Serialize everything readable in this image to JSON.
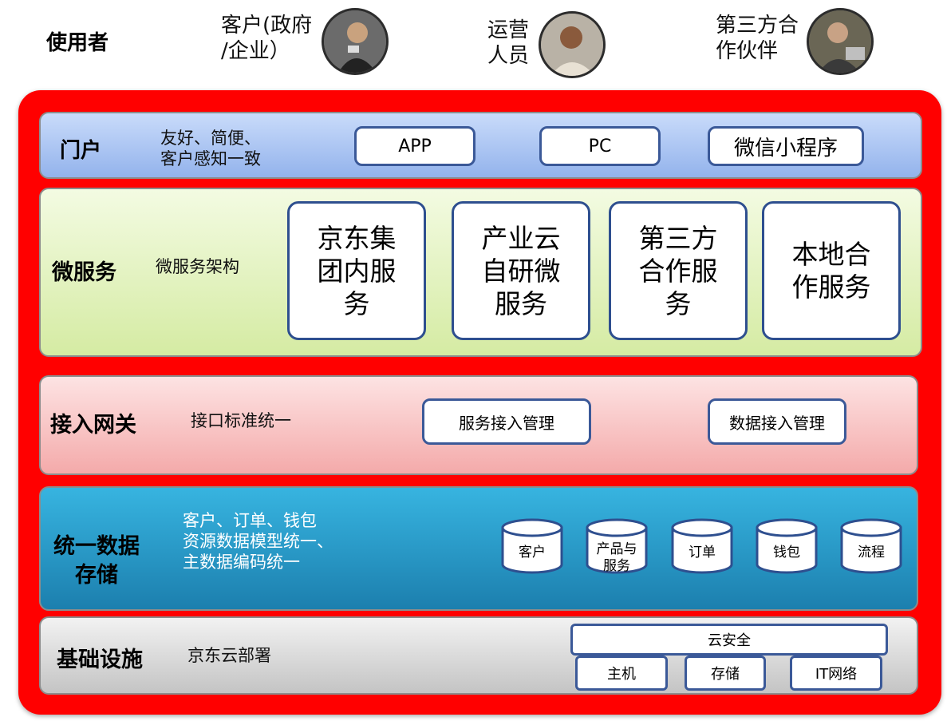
{
  "users": {
    "title": "使用者",
    "items": [
      {
        "label_line1": "客户(政府",
        "label_line2": "/企业）"
      },
      {
        "label_line1": "运营",
        "label_line2": "人员"
      },
      {
        "label_line1": "第三方合",
        "label_line2": "作伙伴"
      }
    ]
  },
  "portal": {
    "title": "门户",
    "desc_line1": "友好、简便、",
    "desc_line2": "客户感知一致",
    "buttons": [
      "APP",
      "PC",
      "微信小程序"
    ]
  },
  "microservice": {
    "title": "微服务",
    "desc": "微服务架构",
    "services": [
      {
        "line1": "京东集",
        "line2": "团内服",
        "line3": "务"
      },
      {
        "line1": "产业云",
        "line2": "自研微",
        "line3": "服务"
      },
      {
        "line1": "第三方",
        "line2": "合作服",
        "line3": "务"
      },
      {
        "line1": "本地合",
        "line2": "作服务",
        "line3": ""
      }
    ]
  },
  "gateway": {
    "title": "接入网关",
    "desc": "接口标准统一",
    "buttons": [
      "服务接入管理",
      "数据接入管理"
    ]
  },
  "storage": {
    "title_line1": "统一数据",
    "title_line2": "存储",
    "desc_line1": "客户、订单、钱包",
    "desc_line2": "资源数据模型统一、",
    "desc_line3": "主数据编码统一",
    "dbs": [
      {
        "line1": "客户",
        "line2": ""
      },
      {
        "line1": "产品与",
        "line2": "服务"
      },
      {
        "line1": "订单",
        "line2": ""
      },
      {
        "line1": "钱包",
        "line2": ""
      },
      {
        "line1": "流程",
        "line2": ""
      }
    ]
  },
  "infra": {
    "title": "基础设施",
    "desc": "京东云部署",
    "security": "云安全",
    "items": [
      "主机",
      "存储",
      "IT网络"
    ]
  },
  "colors": {
    "frame": "#ff0000",
    "portal": "#a9c4f2",
    "microservice": "#e6f5c4",
    "gateway": "#f8c2c2",
    "storage": "#2a9ccb",
    "infra": "#d6d6d6",
    "border_blue": "#3b5998"
  }
}
